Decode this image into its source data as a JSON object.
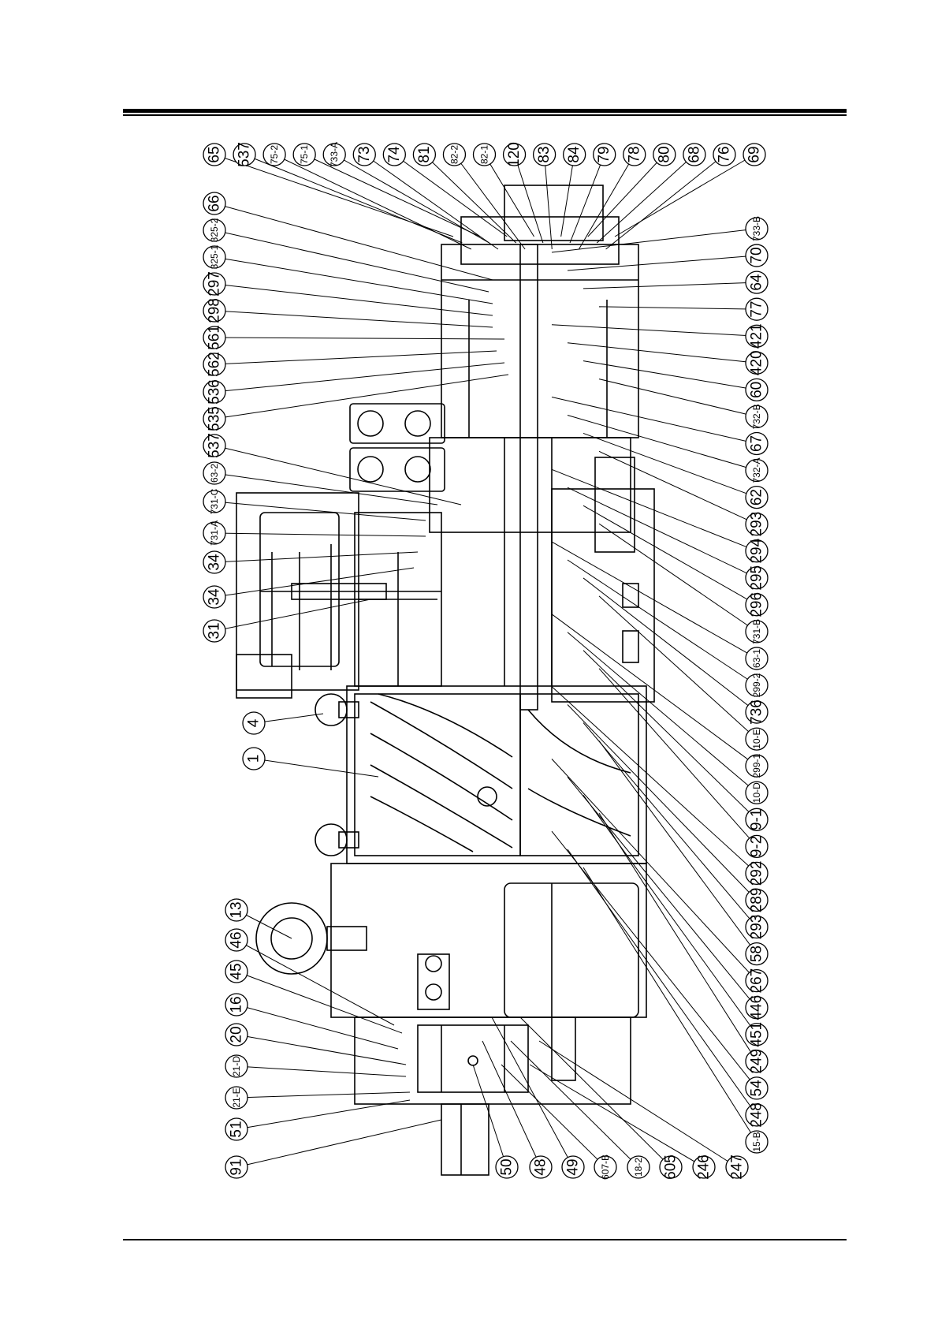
{
  "diagram": {
    "callouts_top": [
      "65",
      "537",
      "75-2",
      "75-1",
      "733-A",
      "73",
      "74",
      "81",
      "82-2",
      "82-1",
      "120",
      "83",
      "84",
      "79",
      "78",
      "80",
      "68",
      "76",
      "69"
    ],
    "callouts_left": [
      "66",
      "325-2",
      "325-1",
      "297",
      "298",
      "561",
      "562",
      "536",
      "535",
      "537",
      "63-2",
      "731-C",
      "731-A",
      "34",
      "34",
      "31",
      "4",
      "1",
      "13",
      "46",
      "45",
      "16",
      "20",
      "21-D",
      "21-E",
      "51",
      "91"
    ],
    "callouts_right": [
      "733-B",
      "70",
      "64",
      "77",
      "421",
      "420",
      "60",
      "732-B",
      "67",
      "732-A",
      "62",
      "293",
      "294",
      "295",
      "296",
      "731-B",
      "63-1",
      "299-2",
      "736",
      "10-E",
      "299-1",
      "10-D",
      "9-1",
      "9-2",
      "292",
      "289",
      "293",
      "58",
      "267",
      "446",
      "451",
      "249",
      "54",
      "248",
      "15-B"
    ],
    "callouts_bottom": [
      "50",
      "48",
      "49",
      "607-B",
      "18-2",
      "605",
      "246",
      "247"
    ]
  }
}
